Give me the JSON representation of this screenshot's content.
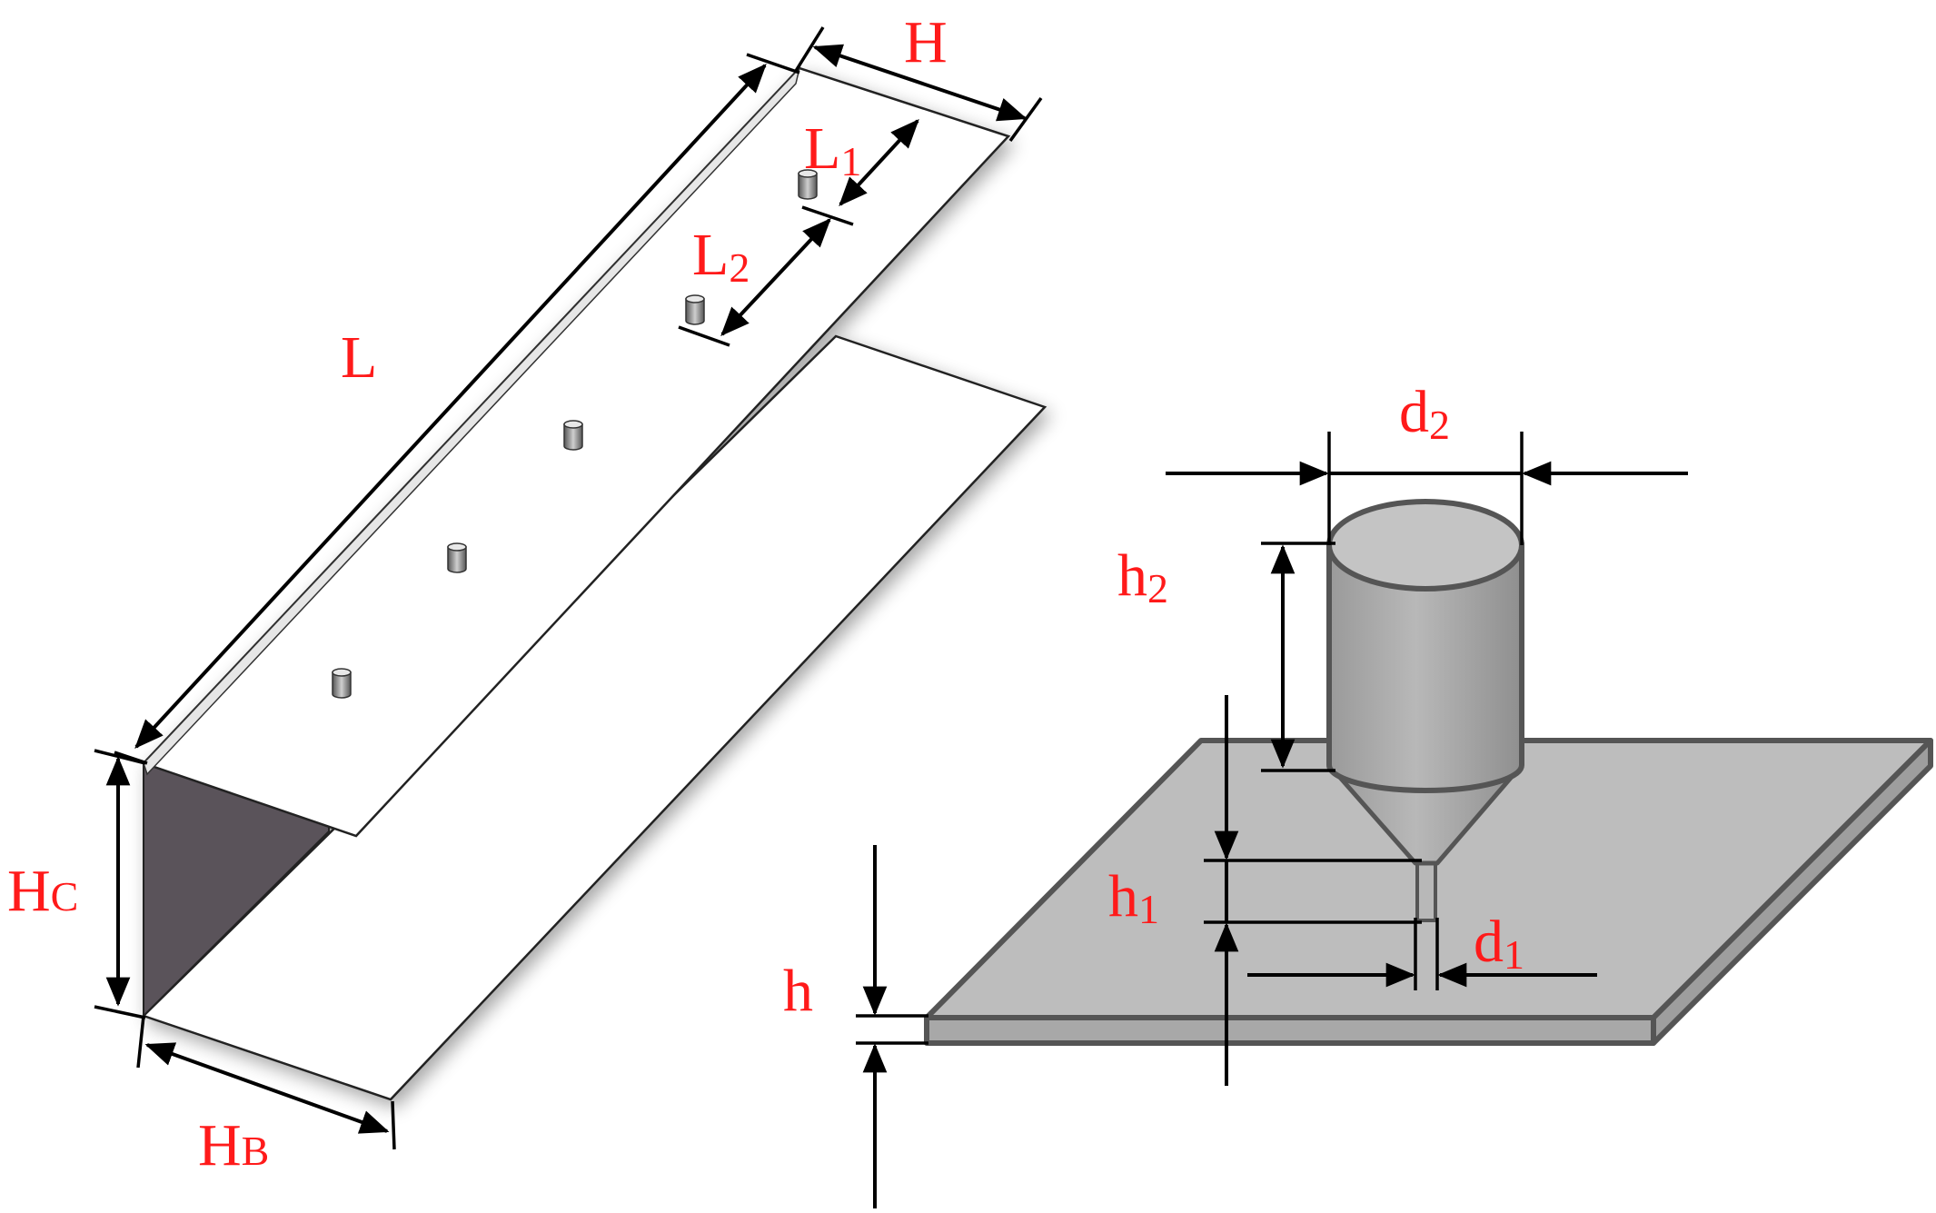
{
  "colors": {
    "label": "#ff1a1a",
    "line": "#000000",
    "plate_fill": "#bdbdbd",
    "cylinder_fill": "#a9a9a9",
    "cylinder_top": "#c4c4c4",
    "outline": "#555555",
    "channel_fill": "#ffffff",
    "channel_end": "#5a535a"
  },
  "left_figure": {
    "labels": {
      "L": {
        "main": "L",
        "sub": ""
      },
      "H": {
        "main": "H",
        "sub": ""
      },
      "L1": {
        "main": "L",
        "sub": "1"
      },
      "L2": {
        "main": "L",
        "sub": "2"
      },
      "HC": {
        "main": "H",
        "sub": "C"
      },
      "HB": {
        "main": "H",
        "sub": "B"
      }
    },
    "pin_count": 5
  },
  "right_figure": {
    "labels": {
      "d2": {
        "main": "d",
        "sub": "2"
      },
      "h2": {
        "main": "h",
        "sub": "2"
      },
      "h1": {
        "main": "h",
        "sub": "1"
      },
      "d1": {
        "main": "d",
        "sub": "1"
      },
      "h": {
        "main": "h",
        "sub": ""
      }
    }
  }
}
